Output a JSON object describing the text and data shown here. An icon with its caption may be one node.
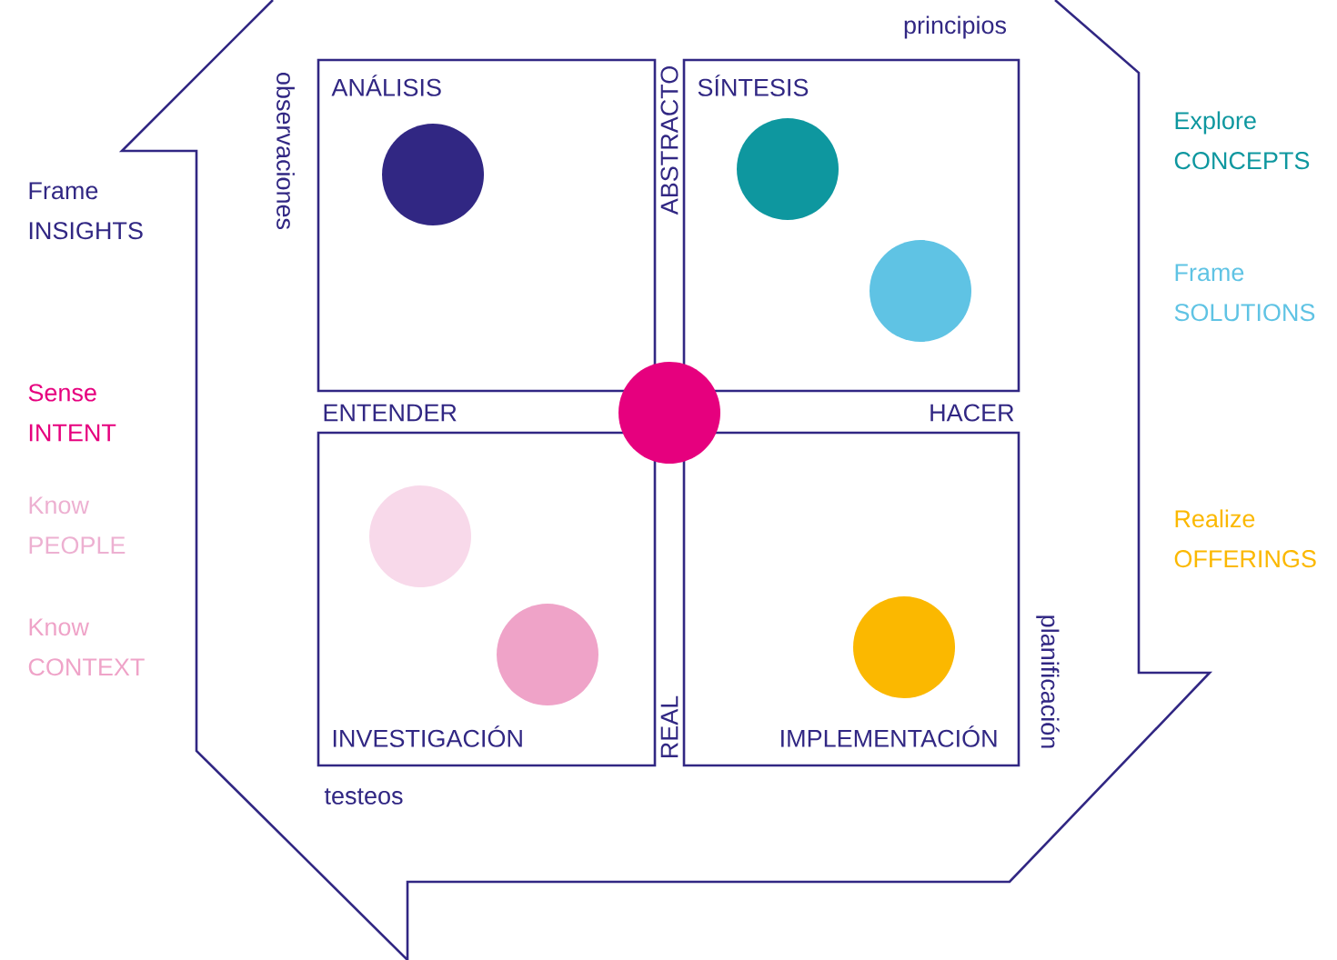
{
  "diagram": {
    "nodes": [
      {
        "text": [
          "ANÁLISIS"
        ]
      },
      {
        "text": [
          "SÍNTESIS"
        ]
      },
      {
        "text": [
          "INVESTIGACIÓN"
        ]
      },
      {
        "text": [
          "IMPLEMENTACIÓN"
        ]
      },
      {
        "text": [],
        "shape": "circle",
        "in": 0
      },
      {
        "text": [],
        "shape": "circle",
        "in": 1
      },
      {
        "text": [],
        "shape": "circle",
        "in": 1
      },
      {
        "text": [],
        "shape": "circle"
      },
      {
        "text": [],
        "shape": "circle",
        "in": 2
      },
      {
        "text": [],
        "shape": "circle",
        "in": 2
      },
      {
        "text": [],
        "shape": "circle",
        "in": 3
      }
    ],
    "edges": [],
    "labels": [
      "principios",
      "observaciones",
      "ABSTRACTO",
      "Frame INSIGHTS",
      "Explore CONCEPTS",
      "Frame SOLUTIONS",
      "ENTENDER",
      "HACER",
      "Sense INTENT",
      "Know PEOPLE",
      "Realize OFFERINGS",
      "Know CONTEXT",
      "planificación",
      "REAL",
      "testeos"
    ]
  }
}
